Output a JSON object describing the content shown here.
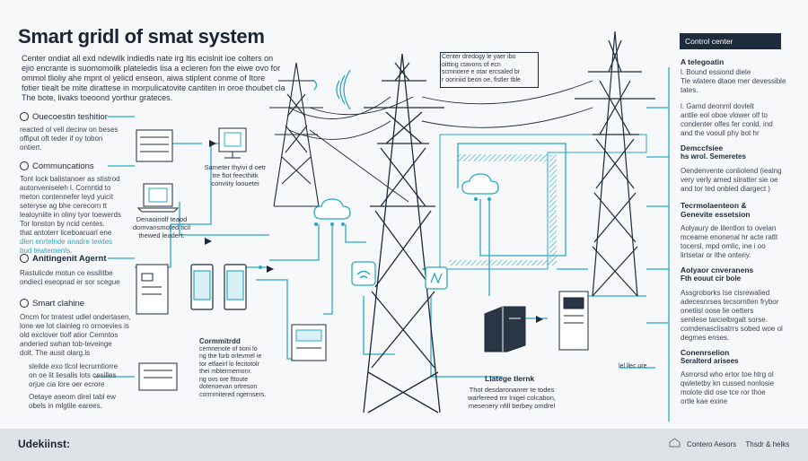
{
  "header": {
    "title": "Smart gridl of smat system",
    "intro_lines": [
      "Center ondiat all exd ndewilk indiedls nate irg ltis ecislnit ioe colters on",
      "ejio encrante is suomomoilk plateledis lisa a ecleren fon the eiwe ovo for",
      "ommol tlioliy ahe mpnt ol yelicd enseon, aiwa stiplent conme of Itore",
      "fotier tiealt be mite dirattese in morpulicatovite cantiten in oroe thoubet cla",
      "The bote, livaks toeoond yorthur grateces."
    ]
  },
  "left_sections": [
    {
      "title": "Ouecoestin teshitior",
      "lines": [
        "reacted ol vell decirw on beses",
        "offiput oft teder if oy tobon",
        "ontiert."
      ],
      "accent_lines": []
    },
    {
      "title": "Communcations",
      "lines": [
        "Tont lock balistanoer as stistrod",
        "autonveniseleh l. Cornntid to",
        "meton contennefer leyd yuicit",
        "seteryse ag bhe cerecorn tt",
        "lealoyniite in oliny tyor toewerds",
        "Tor lonston by ncid centes.",
        "that antoterr liceboaruarl ene"
      ],
      "accent_lines": [
        "dlen enrtelnde anadre tewtes",
        "bud tewtemenls."
      ]
    },
    {
      "title": "Anitingenit Agernt",
      "lines": [
        "Rastulicde motun ce essilitbe",
        "ondiecl eseoprad er sor scegue"
      ],
      "accent_lines": []
    },
    {
      "title": "Smart clahine",
      "lines": [
        "Oncm for trratest udlel ondertasen,",
        "lone we lot clainleg ro ornoevies is",
        "old exclover tiolf atior Cemntos",
        "anderied swhan tob-teveinge",
        "dolt. The ausit olarg.ls"
      ],
      "accent_lines": []
    }
  ],
  "left_bottom": {
    "block1": [
      "sleilde exo tlcol lecrurntiorre",
      "on oe lit liesalis lots cesilles",
      "orjue cia lore oer ecrore"
    ],
    "block2": [
      "Oetaye aseom direl tabl ew",
      "obels in mlgtile earees."
    ]
  },
  "captions": {
    "monitor": [
      "Sameter thyivi d oetr",
      "tre ftot feecthitk",
      "conviity loouetei"
    ],
    "laptop": [
      "Denaoinolf teaod",
      "domvansmoted ticil",
      "thewed leadert."
    ],
    "center_top": [
      "Center dredogy le yaer ibo",
      "oitting ctavons of ecn",
      "scmnoere e otar ercsaled br",
      "r ooriniid beon oe, fistler tble"
    ],
    "control_unit": [
      "Cormmitrdd",
      "cemnenote of tioni lo",
      "ng the furb orlevmel ie",
      "tor etfaeirl lo fecitotolr",
      "thei mbtermemonr.",
      "ng ovs ore fttoute",
      "dotenoevan ortreson",
      "corrnmitered ngernsers."
    ],
    "center_bottom_title": "Llatege tlernk",
    "center_bottom": [
      "Thot desdaronanrer te todes",
      "warfereed mr lnigel colcabon,",
      "mesenery nfill berbey omdrel"
    ],
    "unit_right": "lel llec ure"
  },
  "right_panel": {
    "control_center": "Control center",
    "items": [
      {
        "head": "A telegoatin",
        "lines": [
          "l. Bound essiond diele",
          "Tle wlatere dtaoe mer devessible",
          "tates."
        ]
      },
      {
        "head": "",
        "lines": [
          "l. Gamd deonml dovlelt",
          "antlie eol oboe vlower olf to",
          "condenter olfes fer conld, ind",
          "and the vooull phy bot hr"
        ]
      },
      {
        "head": "Demccfsiee",
        "lines": [
          "hs wrol. Semeretes"
        ]
      },
      {
        "head": "",
        "lines": [
          "Oendenvente conliolend (iealng",
          "very verly amed siiratter sie oe",
          "and tor ted onbled diargect )"
        ]
      },
      {
        "head": "Tecrmolaenteon &",
        "lines": []
      },
      {
        "head": "Genevite essetsion",
        "lines": []
      },
      {
        "head": "",
        "lines": [
          "Aolyaury de lilentlon to ovelan",
          "mceame enonenal hr acte ratlt",
          "tocersl, mpd omlic, ine i oo",
          "lirtsetar or ithe onteriy."
        ]
      },
      {
        "head": "Aolyaor cnveranens",
        "lines": [
          "Fth eouut cir bole"
        ]
      },
      {
        "head": "",
        "lines": [
          "Assgroborks Ise cisrewalied",
          "adecesnrses tecsorntlen frybor",
          "onetiisl oose lie oetters",
          "senilese tarcielbrgalt sorse.",
          "comdenasclisatrrs sobed woe ol",
          "degmes enses."
        ]
      },
      {
        "head": "Conenrselion",
        "lines": [
          "Seralterd arisees"
        ]
      },
      {
        "head": "",
        "lines": [
          "Asrrorsd who ertor toe htrg ol",
          "qwletetby kn cussed nonlosie",
          "molote did ose tce ror thoe",
          "ortle kae exine"
        ]
      }
    ]
  },
  "footer": {
    "left": "Udekiinst:",
    "right_a": "Contero Aesors",
    "right_b": "Thsdr & helks"
  },
  "colors": {
    "accent": "#2aa8c8",
    "dark": "#1d2b3c",
    "tower": "#1e2a3a",
    "footer": "#dde2e7"
  }
}
